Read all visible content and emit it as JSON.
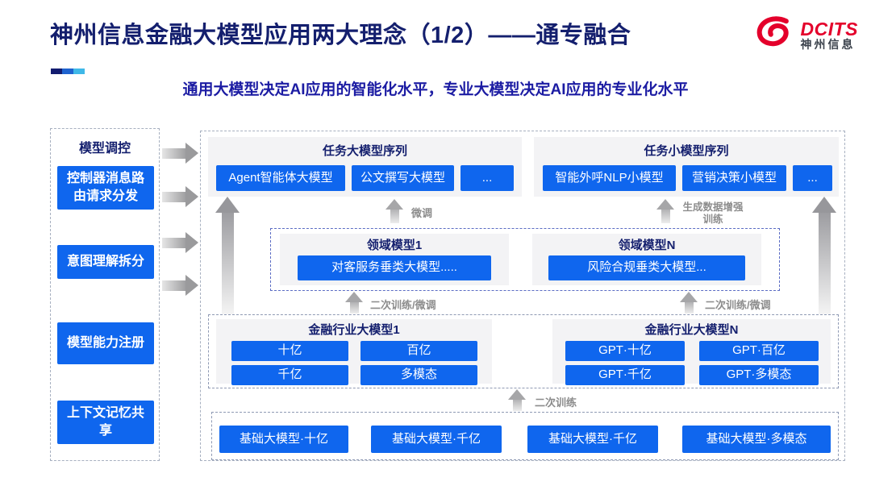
{
  "slide": {
    "title": "神州信息金融大模型应用两大理念（1/2）——通专融合",
    "subtitle": "通用大模型决定AI应用的智能化水平，专业大模型决定AI应用的专业化水平"
  },
  "logo": {
    "brand": "DCITS",
    "brand_cn": "神州信息"
  },
  "sidebar": {
    "title": "模型调控",
    "items": [
      "控制器消息路由请求分发",
      "意图理解拆分",
      "模型能力注册",
      "上下文记忆共享"
    ]
  },
  "task_large": {
    "title": "任务大模型序列",
    "items": [
      "Agent智能体大模型",
      "公文撰写大模型",
      "..."
    ]
  },
  "task_small": {
    "title": "任务小模型序列",
    "items": [
      "智能外呼NLP小模型",
      "营销决策小模型",
      "..."
    ]
  },
  "domain": {
    "model1": {
      "title": "领域模型1",
      "item": "对客服务垂类大模型....."
    },
    "modelN": {
      "title": "领域模型N",
      "item": "风险合规垂类大模型..."
    }
  },
  "industry": {
    "model1": {
      "title": "金融行业大模型1",
      "items": [
        "十亿",
        "百亿",
        "千亿",
        "多模态"
      ]
    },
    "modelN": {
      "title": "金融行业大模型N",
      "items": [
        "GPT·十亿",
        "GPT·百亿",
        "GPT·千亿",
        "GPT·多模态"
      ]
    }
  },
  "base_models": [
    "基础大模型·十亿",
    "基础大模型·千亿",
    "基础大模型·千亿",
    "基础大模型·多模态"
  ],
  "labels": {
    "fine_tune": "微调",
    "gen_data_train": "生成数据增强训练",
    "retrain_ft_left": "二次训练/微调",
    "retrain_ft_right": "二次训练/微调",
    "retrain": "二次训练"
  },
  "colors": {
    "chip_blue": "#0f66ee",
    "title_navy": "#141f6e",
    "subtitle_navy": "#1c1ca3",
    "logo_red": "#e4002b",
    "arrow_gray": "#9a9a9c"
  }
}
